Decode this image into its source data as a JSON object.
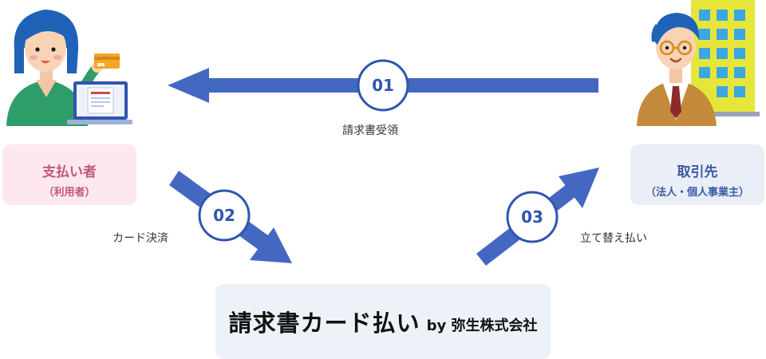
{
  "payer": {
    "label": "支払い者",
    "sublabel": "（利用者）"
  },
  "partner": {
    "label": "取引先",
    "sublabel": "（法人・個人事業主）"
  },
  "service": {
    "name": "請求書カード払い",
    "by": "by 弥生株式会社"
  },
  "steps": [
    {
      "number": "01",
      "label": "請求書受領"
    },
    {
      "number": "02",
      "label": "カード決済"
    },
    {
      "number": "03",
      "label": "立て替え払い"
    }
  ],
  "colors": {
    "arrow": "#4468c2",
    "badge_border": "#2f55b0",
    "payer_box": "#fde8ee",
    "partner_box": "#e9eef7",
    "service_box": "#edf1f8"
  }
}
